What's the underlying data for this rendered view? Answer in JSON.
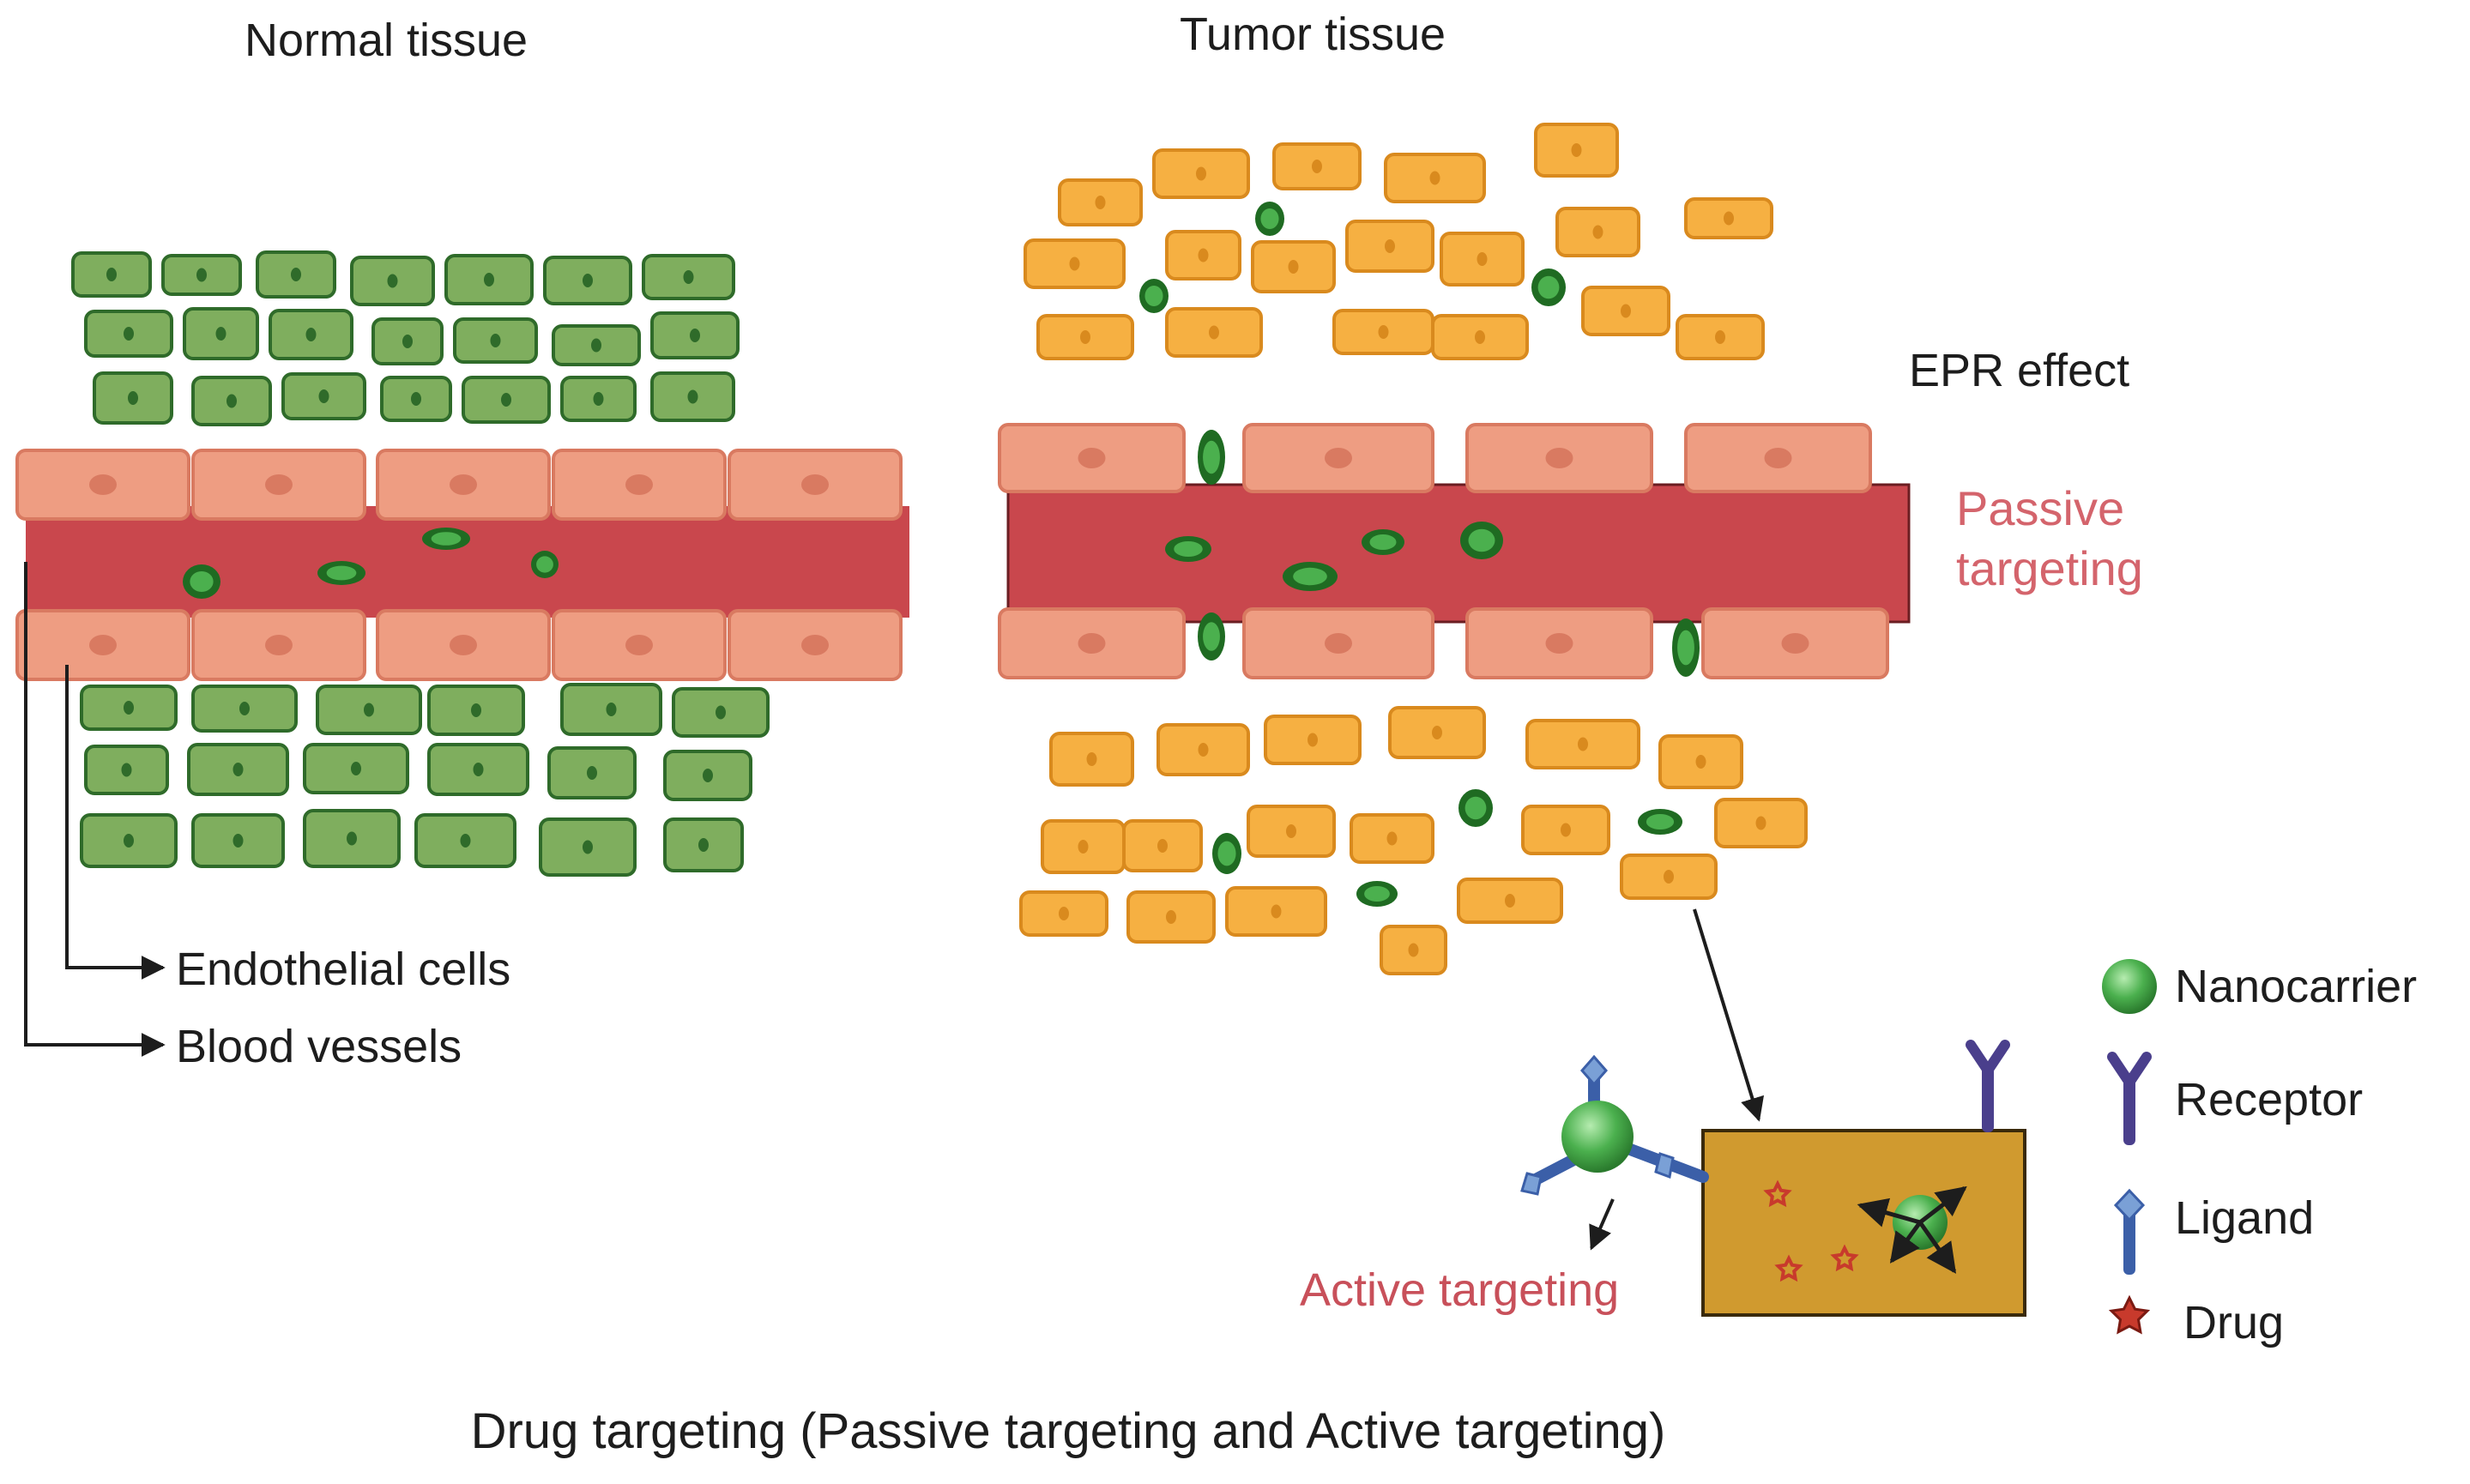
{
  "titles": {
    "normal_tissue": "Normal tissue",
    "tumor_tissue": "Tumor tissue"
  },
  "labels": {
    "epr_effect": "EPR effect",
    "passive_line1": "Passive",
    "passive_line2": "targeting",
    "endothelial_cells": "Endothelial cells",
    "blood_vessels": "Blood vessels",
    "active_targeting": "Active targeting"
  },
  "legend": {
    "nanocarrier": "Nanocarrier",
    "receptor": "Receptor",
    "ligand": "Ligand",
    "drug": "Drug"
  },
  "caption": "Drug targeting (Passive targeting and Active targeting)",
  "colors": {
    "normal_cell_fill": "#7fae5e",
    "normal_cell_stroke": "#2f6b2a",
    "tumor_cell_fill": "#f6b042",
    "tumor_cell_stroke": "#d98a1e",
    "endothelial_fill": "#ee9d82",
    "endothelial_stroke": "#d97a61",
    "vessel_fill": "#c9474d",
    "nanocarrier_fill": "#4bb04e",
    "nanocarrier_dark": "#1f6b22",
    "receptor": "#4a3f8c",
    "ligand": "#3b5fa8",
    "drug": "#c83a2c",
    "target_cell_fill": "#d09a2f",
    "label_red": "#d4646c"
  },
  "icons": {
    "nanocarrier": "green-sphere",
    "receptor": "y-shaped-receptor",
    "ligand": "diamond-ligand",
    "drug": "red-pentagon-star"
  }
}
